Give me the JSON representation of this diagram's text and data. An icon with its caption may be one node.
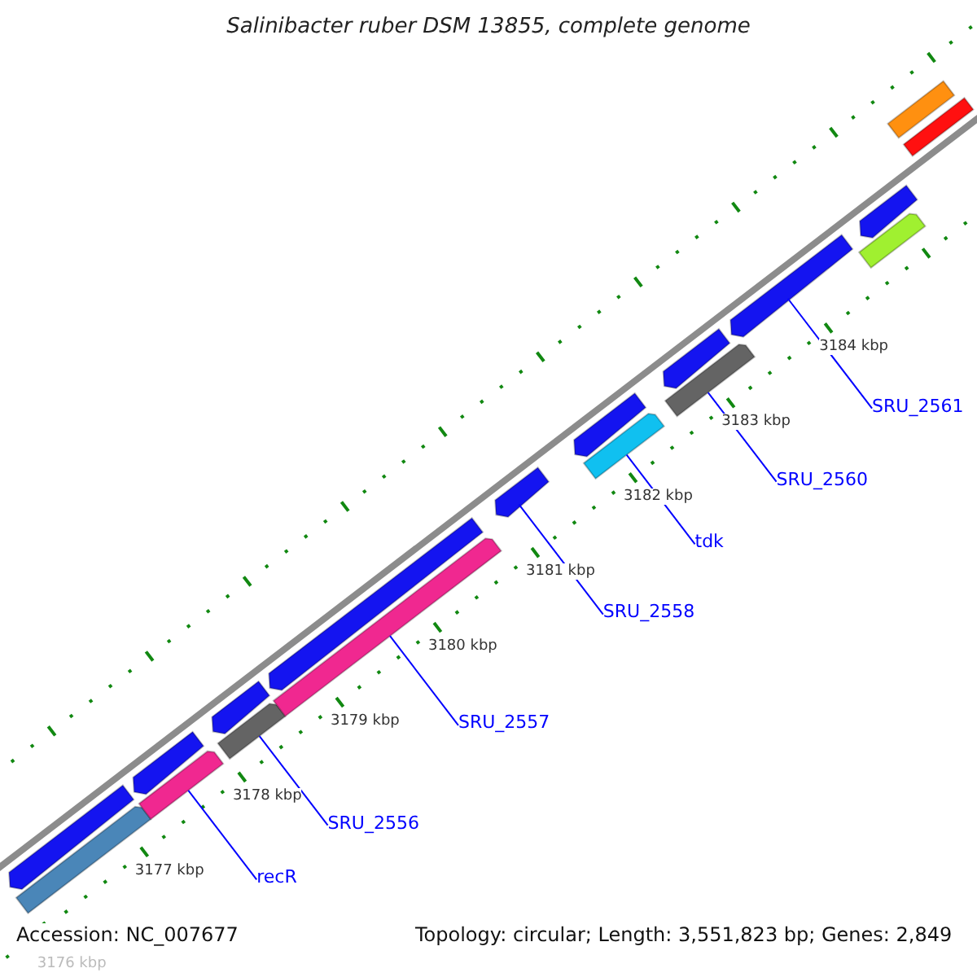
{
  "diagram": {
    "title": "Salinibacter ruber DSM 13855, complete genome",
    "nodes": [
      {
        "text": [],
        "shape": "bar"
      },
      {
        "text": [],
        "shape": "bar"
      },
      {
        "text": [],
        "shape": "bar"
      },
      {
        "text": [],
        "shape": "bar"
      },
      {
        "text": [],
        "shape": "bar"
      },
      {
        "text": [],
        "shape": "bar"
      },
      {
        "text": [],
        "shape": "bar"
      },
      {
        "text": [],
        "shape": "bar"
      },
      {
        "text": [],
        "shape": "bar"
      },
      {
        "text": [],
        "shape": "bar"
      },
      {
        "text": [],
        "shape": "bar"
      },
      {
        "text": [],
        "shape": "bar"
      },
      {
        "text": [],
        "shape": "bar"
      },
      {
        "text": [],
        "shape": "bar"
      },
      {
        "text": [],
        "shape": "bar"
      },
      {
        "text": [],
        "shape": "bar"
      },
      {
        "text": [],
        "shape": "bar"
      },
      {
        "text": [],
        "shape": "bar"
      },
      {
        "text": [
          "recR"
        ]
      },
      {
        "text": [
          "SRU_2556"
        ]
      },
      {
        "text": [
          "SRU_2557"
        ]
      },
      {
        "text": [
          "SRU_2558"
        ]
      },
      {
        "text": [
          "tdk"
        ]
      },
      {
        "text": [
          "SRU_2560"
        ]
      },
      {
        "text": [
          "SRU_2561"
        ]
      }
    ],
    "edges": [
      {
        "from": 18,
        "to": 3,
        "arrow": "none"
      },
      {
        "from": 19,
        "to": 5,
        "arrow": "none"
      },
      {
        "from": 20,
        "to": 7,
        "arrow": "none"
      },
      {
        "from": 21,
        "to": 8,
        "arrow": "none"
      },
      {
        "from": 22,
        "to": 10,
        "arrow": "none"
      },
      {
        "from": 23,
        "to": 12,
        "arrow": "none"
      },
      {
        "from": 24,
        "to": 13,
        "arrow": "none"
      }
    ],
    "labels": [
      "3184 kbp",
      "3183 kbp",
      "3182 kbp",
      "3181 kbp",
      "3180 kbp",
      "3179 kbp",
      "3178 kbp",
      "3177 kbp",
      "Accession: NC_007677",
      "Topology: circular; Length: 3,551,823 bp; Genes: 2,849",
      "3176 kbp"
    ]
  }
}
